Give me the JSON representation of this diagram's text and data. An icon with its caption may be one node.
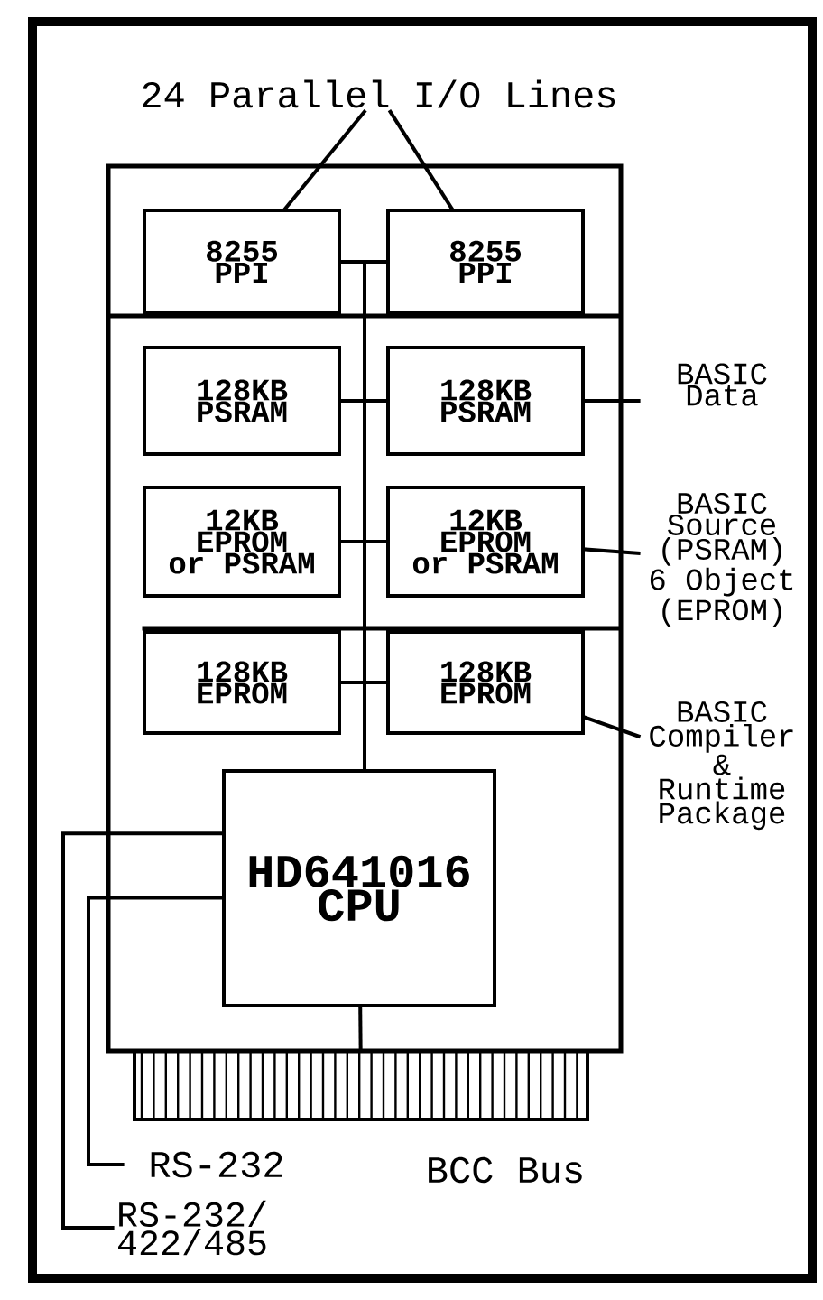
{
  "diagram": {
    "nodes": [
      {
        "text": [
          "24 Parallel I/O Lines"
        ]
      },
      {
        "text": [
          "8255 PPI"
        ]
      },
      {
        "text": [
          "8255 PPI"
        ]
      },
      {
        "text": [
          "128KB PSRAM"
        ]
      },
      {
        "text": [
          "128KB PSRAM"
        ]
      },
      {
        "text": [
          "BASIC Data"
        ]
      },
      {
        "text": [
          "12KB EPROM or PSRAM"
        ]
      },
      {
        "text": [
          "12KB EPROM or PSRAM"
        ]
      },
      {
        "text": [
          "BASIC Source (PSRAM) 6 Object (EPROM)"
        ]
      },
      {
        "text": [
          "128KB EPROM"
        ]
      },
      {
        "text": [
          "128KB EPROM"
        ]
      },
      {
        "text": [
          "BASIC Compiler & Runtime Package"
        ]
      },
      {
        "text": [
          "HD641016 CPU"
        ]
      },
      {
        "text": [],
        "shape": "bar"
      },
      {
        "text": [
          "RS-232"
        ]
      },
      {
        "text": [
          "RS-232/ 422/485"
        ]
      }
    ],
    "edges": [
      {
        "from": 0,
        "to": 1,
        "arrow": "none"
      },
      {
        "from": 0,
        "to": 2,
        "arrow": "none"
      },
      {
        "from": 1,
        "to": 2,
        "arrow": "none"
      },
      {
        "from": 3,
        "to": 4,
        "arrow": "none"
      },
      {
        "from": 4,
        "to": 5,
        "arrow": "none"
      },
      {
        "from": 6,
        "to": 7,
        "arrow": "none"
      },
      {
        "from": 7,
        "to": 8,
        "arrow": "none"
      },
      {
        "from": 9,
        "to": 10,
        "arrow": "none"
      },
      {
        "from": 10,
        "to": 11,
        "arrow": "none"
      },
      {
        "from": 12,
        "to": 13,
        "arrow": "none"
      },
      {
        "from": 12,
        "to": 14,
        "arrow": "none"
      },
      {
        "from": 12,
        "to": 15,
        "arrow": "none"
      },
      {
        "from": 1,
        "to": 12,
        "arrow": "none"
      }
    ],
    "labels": [
      "BCC Bus"
    ]
  }
}
